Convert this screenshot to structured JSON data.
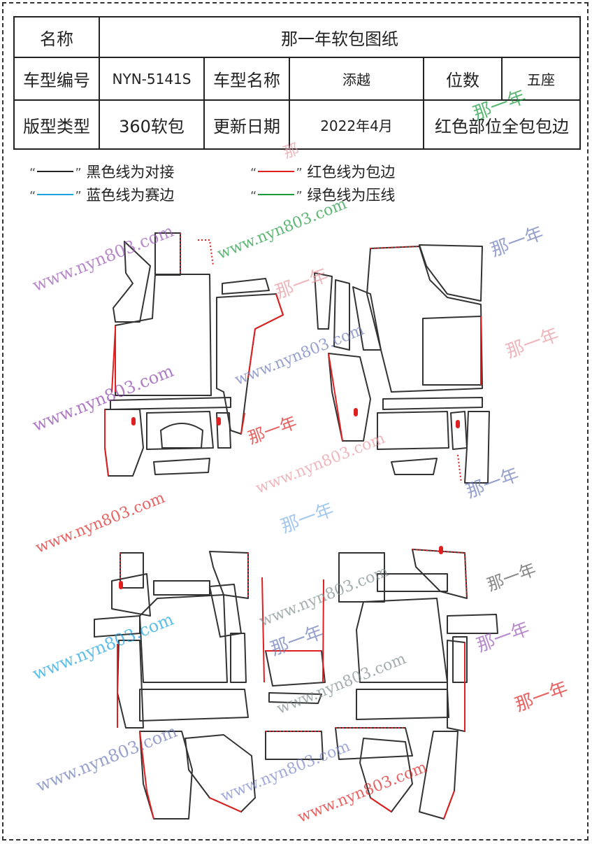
{
  "table": {
    "name_label": "名称",
    "title": "那一年软包图纸",
    "model_no_label": "车型编号",
    "model_no": "NYN-5141S",
    "model_name_label": "车型名称",
    "model_name": "添越",
    "seats_label": "位数",
    "seats": "五座",
    "style_label": "版型类型",
    "style": "360软包",
    "update_label": "更新日期",
    "update_date": "2022年4月",
    "note": "红色部位全包包边"
  },
  "legend": [
    {
      "text": "黑色线为对接",
      "color": "#222222"
    },
    {
      "text": "红色线为包边",
      "color": "#e02020"
    },
    {
      "text": "蓝色线为赛边",
      "color": "#1aa3e0"
    },
    {
      "text": "绿色线为压线",
      "color": "#1a9a3a"
    }
  ],
  "quote_open": "“",
  "quote_close": "”",
  "watermarks": {
    "url": "www.nyn803.com",
    "brand": "那一年",
    "brand_char": "那"
  },
  "colors": {
    "outline": "#333333",
    "edge": "#e02020"
  }
}
